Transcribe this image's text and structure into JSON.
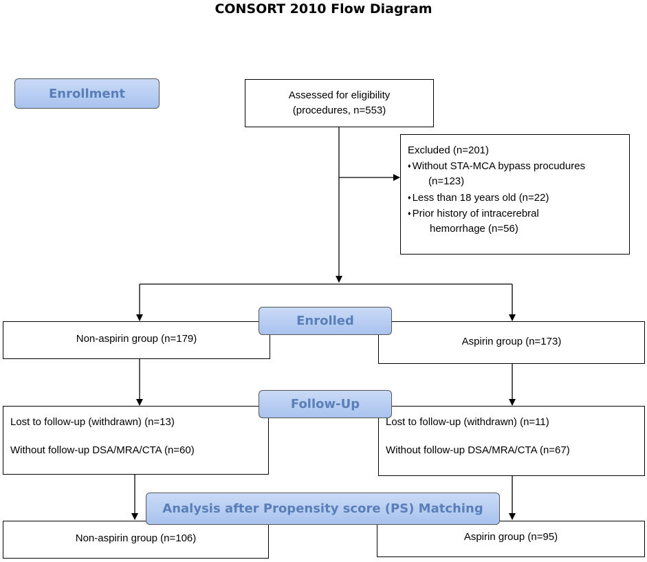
{
  "title": "CONSORT 2010 Flow Diagram",
  "stages": {
    "enrollment": "Enrollment",
    "enrolled": "Enrolled",
    "follow_up": "Follow-Up",
    "analysis": "Analysis after Propensity score (PS) Matching"
  },
  "assessed": {
    "line1": "Assessed for eligibility",
    "line2": "(procedures, n=553)"
  },
  "excluded": {
    "header": "Excluded (n=201)",
    "bullet": "♦",
    "items": [
      {
        "line1": "Without STA-MCA bypass procudures",
        "line2": "(n=123)"
      },
      {
        "line1": "Less than 18 years old (n=22)"
      },
      {
        "line1": "Prior history of intracerebral",
        "line2": "hemorrhage (n=56)"
      }
    ]
  },
  "allocation": {
    "non_aspirin": "Non-aspirin group (n=179)",
    "aspirin": "Aspirin group (n=173)"
  },
  "follow_up": {
    "left": {
      "lost": "Lost to follow-up (withdrawn) (n=13)",
      "without": "Without follow-up DSA/MRA/CTA (n=60)"
    },
    "right": {
      "lost": "Lost to follow-up (withdrawn) (n=11)",
      "without": "Without follow-up DSA/MRA/CTA (n=67)"
    }
  },
  "analysis": {
    "non_aspirin": "Non-aspirin group (n=106)",
    "aspirin": "Aspirin group (n=95)"
  }
}
